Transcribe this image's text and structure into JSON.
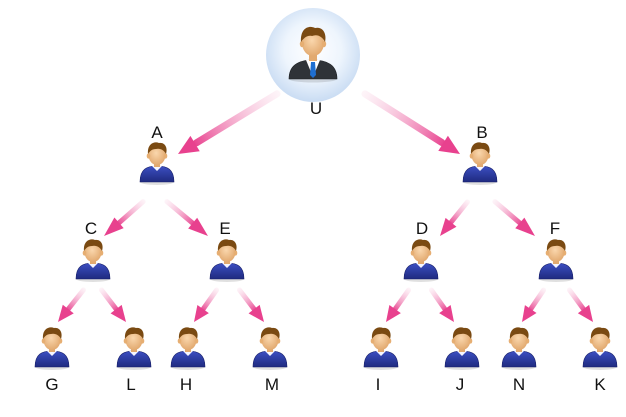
{
  "diagram": {
    "root": {
      "label": "U",
      "avatar": "businessman-icon"
    },
    "nodes": [
      {
        "id": "A",
        "label": "A",
        "parent": "U",
        "avatar": "person-icon"
      },
      {
        "id": "B",
        "label": "B",
        "parent": "U",
        "avatar": "person-icon"
      },
      {
        "id": "C",
        "label": "C",
        "parent": "A",
        "avatar": "person-icon"
      },
      {
        "id": "E",
        "label": "E",
        "parent": "A",
        "avatar": "person-icon"
      },
      {
        "id": "D",
        "label": "D",
        "parent": "B",
        "avatar": "person-icon"
      },
      {
        "id": "F",
        "label": "F",
        "parent": "B",
        "avatar": "person-icon"
      },
      {
        "id": "G",
        "label": "G",
        "parent": "C",
        "avatar": "person-icon"
      },
      {
        "id": "L",
        "label": "L",
        "parent": "C",
        "avatar": "person-icon"
      },
      {
        "id": "H",
        "label": "H",
        "parent": "E",
        "avatar": "person-icon"
      },
      {
        "id": "M",
        "label": "M",
        "parent": "E",
        "avatar": "person-icon"
      },
      {
        "id": "I",
        "label": "I",
        "parent": "D",
        "avatar": "person-icon"
      },
      {
        "id": "J",
        "label": "J",
        "parent": "D",
        "avatar": "person-icon"
      },
      {
        "id": "N",
        "label": "N",
        "parent": "F",
        "avatar": "person-icon"
      },
      {
        "id": "K",
        "label": "K",
        "parent": "F",
        "avatar": "person-icon"
      }
    ],
    "colors": {
      "arrow": "#e8418e",
      "arrow_light": "#f9c6dd",
      "shirt": "#2b3a9c",
      "skin": "#f0c28e",
      "hair": "#7a4a12",
      "root_glow": "#cfe2f7",
      "suit": "#2f3338",
      "tie": "#1f6fd1"
    }
  }
}
